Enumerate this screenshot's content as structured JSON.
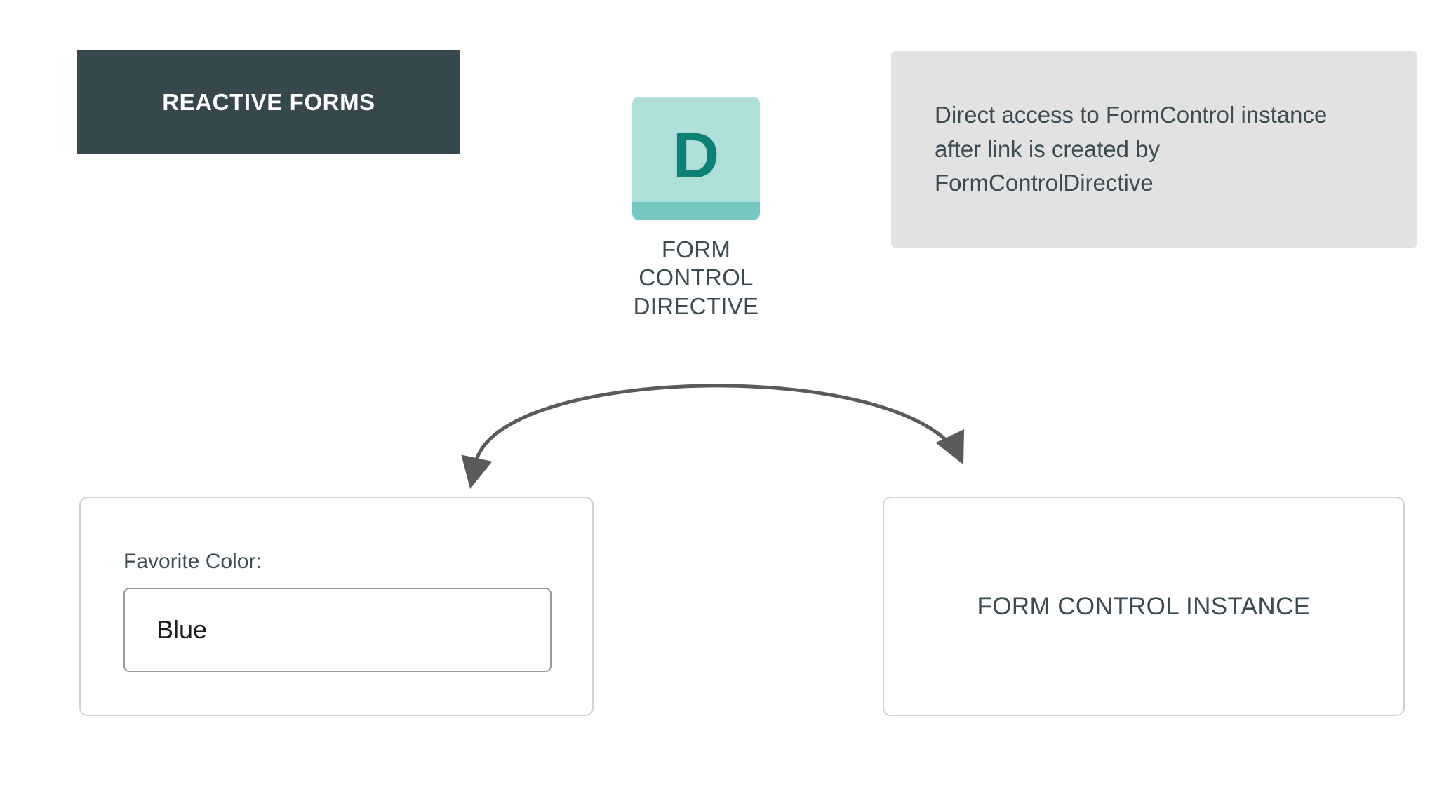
{
  "banner": {
    "title": "REACTIVE FORMS"
  },
  "directive": {
    "icon_glyph": "D",
    "icon_name": "directive-letter-d-icon",
    "caption": "FORM CONTROL\nDIRECTIVE"
  },
  "note": {
    "text": "Direct access to FormControl instance after link is created by FormControlDirective"
  },
  "form_card": {
    "field_label": "Favorite Color:",
    "field_value": "Blue",
    "field_placeholder": "Favorite Color"
  },
  "instance_card": {
    "label": "FORM CONTROL INSTANCE"
  },
  "connector": {
    "name": "double-headed-curved-arrow",
    "direction": "bidirectional"
  },
  "colors": {
    "banner_bg": "#36474E",
    "banner_text": "#FFFFFF",
    "note_bg": "#E2E2E2",
    "body_text": "#3C4A52",
    "icon_bg": "#AEE0D9",
    "icon_band": "#74C8BE",
    "icon_glyph": "#0D8274",
    "card_border": "#D2D2D2",
    "input_border": "#9A9A9A",
    "arrow": "#5A5A5A",
    "page_bg": "#FFFFFF"
  }
}
